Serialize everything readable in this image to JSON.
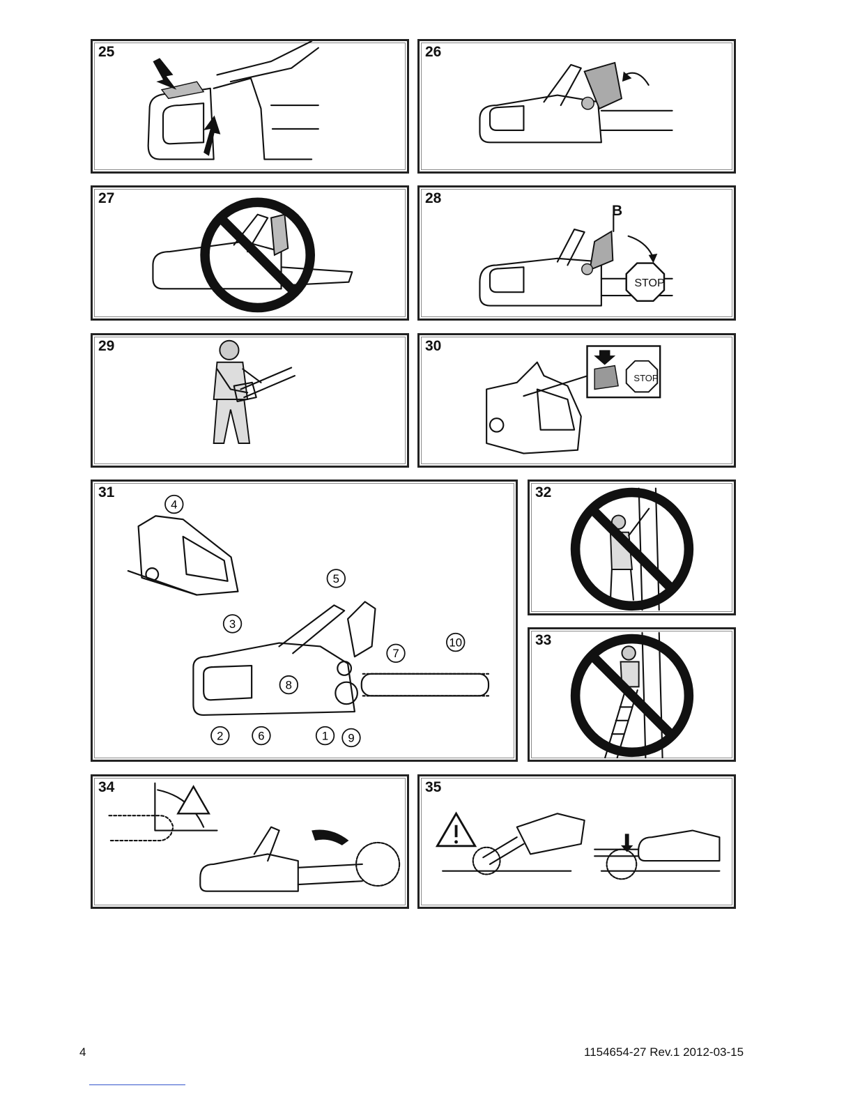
{
  "panels": [
    {
      "id": "25",
      "label": "25"
    },
    {
      "id": "26",
      "label": "26"
    },
    {
      "id": "27",
      "label": "27"
    },
    {
      "id": "28",
      "label": "28",
      "marker": "B",
      "sign": "STOP"
    },
    {
      "id": "29",
      "label": "29"
    },
    {
      "id": "30",
      "label": "30",
      "sign": "STOP"
    },
    {
      "id": "31",
      "label": "31",
      "callouts": [
        "1",
        "2",
        "3",
        "4",
        "5",
        "6",
        "7",
        "8",
        "9",
        "10"
      ]
    },
    {
      "id": "32",
      "label": "32"
    },
    {
      "id": "33",
      "label": "33"
    },
    {
      "id": "34",
      "label": "34"
    },
    {
      "id": "35",
      "label": "35"
    }
  ],
  "footer": {
    "page_number": "4",
    "doc_ref": "1154654-27 Rev.1 2012-03-15"
  }
}
